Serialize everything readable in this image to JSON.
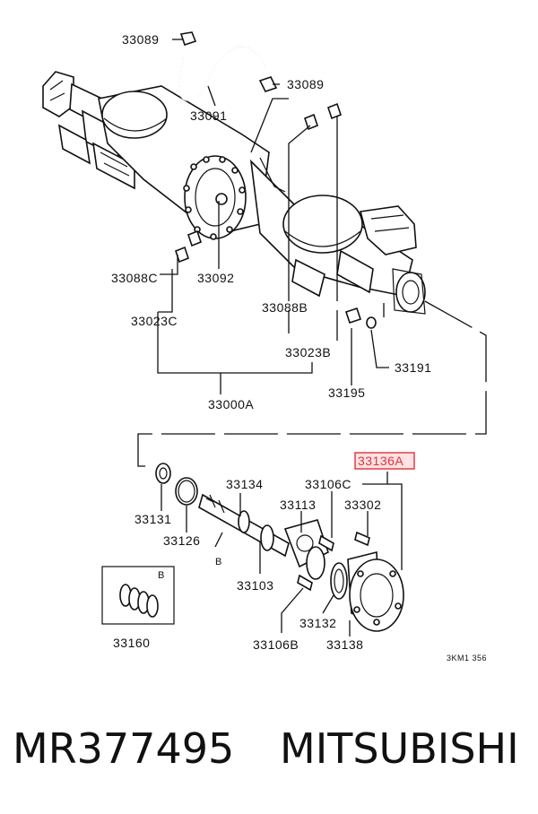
{
  "diagram": {
    "labels": {
      "l33089a": "33089",
      "l33089b": "33089",
      "l33091": "33091",
      "l33088c": "33088C",
      "l33092": "33092",
      "l33023c": "33023C",
      "l33088b": "33088B",
      "l33023b": "33023B",
      "l33191": "33191",
      "l33195": "33195",
      "l33000a": "33000A",
      "l33136a": "33136A",
      "l33131": "33131",
      "l33126": "33126",
      "l33134": "33134",
      "l33113": "33113",
      "l33106c": "33106C",
      "l33302": "33302",
      "l33103": "33103",
      "l33132": "33132",
      "l33138": "33138",
      "l33106b": "33106B",
      "l33160": "33160",
      "inset_tag": "B",
      "shaft_tag": "B"
    },
    "figure_code": "3KM1 356",
    "highlight_color": "#e0303a"
  },
  "footer": {
    "part_number": "MR377495",
    "brand": "MITSUBISHI"
  }
}
